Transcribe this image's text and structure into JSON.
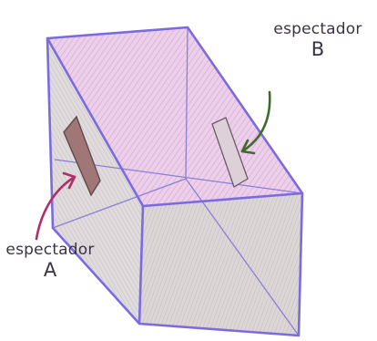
{
  "labels": {
    "spectator_b": {
      "word": "espectador",
      "letter": "B"
    },
    "spectator_a": {
      "word": "espectador",
      "letter": "A"
    }
  },
  "colors": {
    "outline": "#7b6be0",
    "top_face": "#e9c7e8",
    "top_inner": "#e3bfe0",
    "side_face": "#dcd7d8",
    "front_face": "#d8d3d3",
    "back_wall": "#ddd0d8",
    "window_fill": "#a07776",
    "window_outline": "#5e4a4a",
    "arrow_a": "#b02e6a",
    "arrow_b": "#3f6b2a",
    "text": "#3a3442"
  }
}
